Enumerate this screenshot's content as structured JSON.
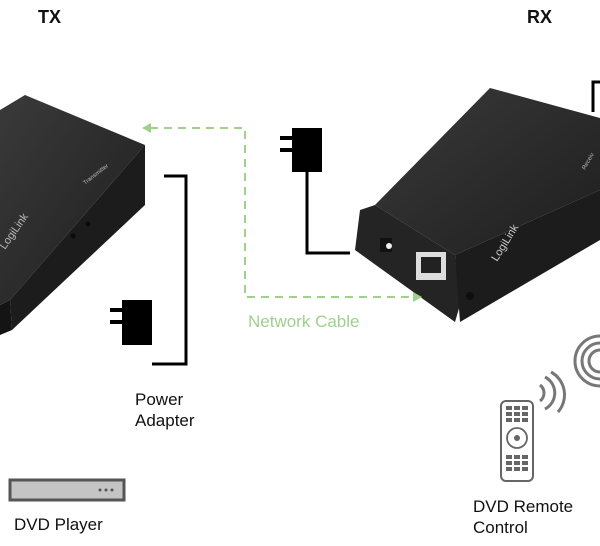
{
  "headers": {
    "tx": "TX",
    "rx": "RX"
  },
  "labels": {
    "network_cable": "Network Cable",
    "power_adapter_line1": "Power",
    "power_adapter_line2": "Adapter",
    "dvd_player": "DVD Player",
    "dvd_remote_line1": "DVD Remote",
    "dvd_remote_line2": "Control"
  },
  "device_print": {
    "tx_brand": "LogiLink",
    "tx_model": "Transmitter",
    "rx_brand": "LogiLink",
    "rx_model": "Receiv"
  },
  "colors": {
    "network_cable": "#9fd18c",
    "device_body": "#2a2a2a",
    "cable": "#000000",
    "icon_gray": "#777777"
  }
}
